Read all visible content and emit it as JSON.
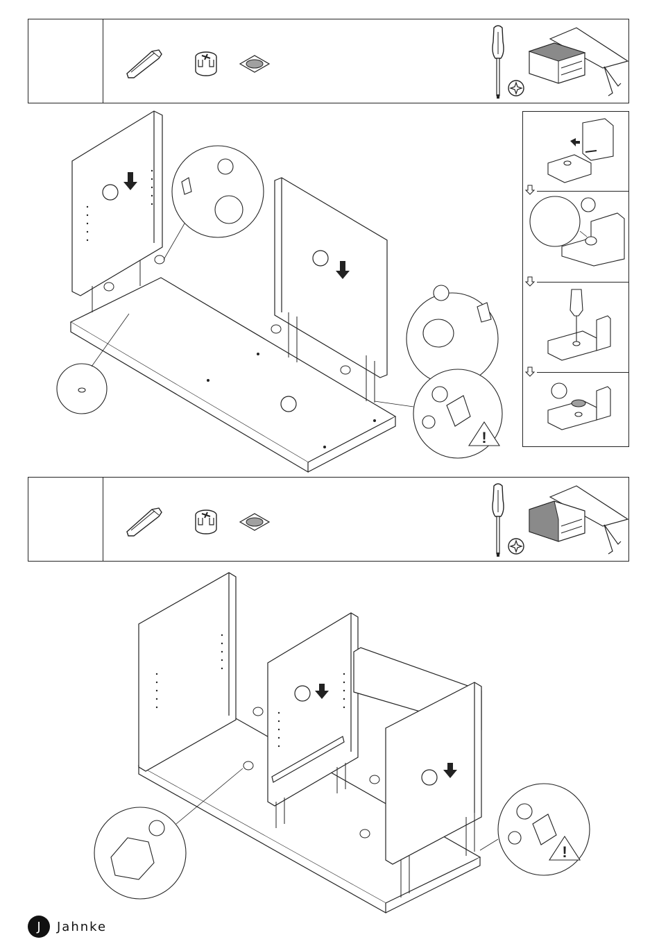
{
  "brand": {
    "name": "Jahnke",
    "logo_letter": "J"
  },
  "steps": [
    {
      "parts": [
        "dowel",
        "cam-lock",
        "cover-cap"
      ],
      "tools": [
        "screwdriver-icon",
        "pozidriv-icon"
      ],
      "preview": "desk-cabinet-preview"
    },
    {
      "parts": [
        "dowel",
        "cam-lock",
        "cover-cap"
      ],
      "tools": [
        "screwdriver-icon",
        "pozidriv-icon"
      ],
      "preview": "desk-cabinet-preview"
    }
  ],
  "inset_panel": {
    "steps": [
      "insert-dowel",
      "insert-cam-lock",
      "tighten-with-screwdriver",
      "press-cover-cap"
    ]
  },
  "colors": {
    "line": "#222222",
    "cap_grey": "#a0a0a0",
    "cabinet_grey": "#8a8a8a"
  }
}
